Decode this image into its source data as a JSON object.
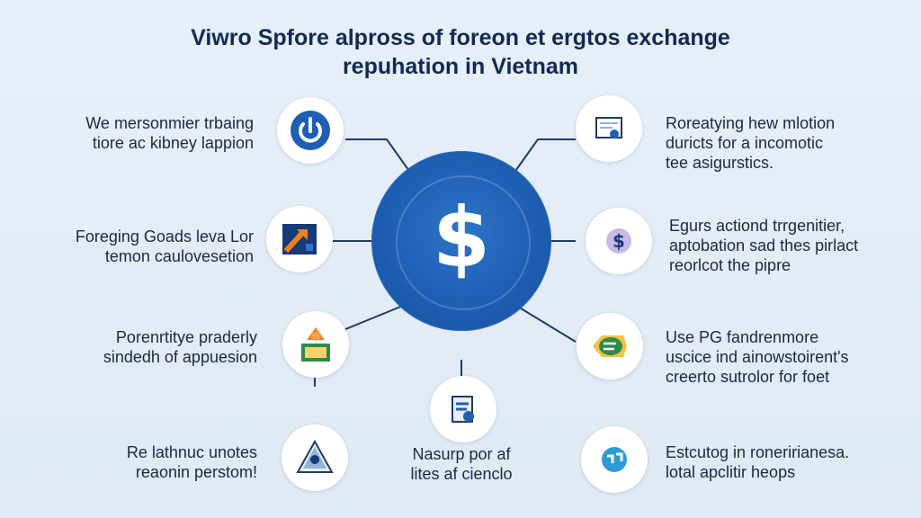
{
  "title": {
    "line1": "Viwro Spfore alpross of foreon et ergtos exchange",
    "line2": "repuhation in Vietnam"
  },
  "center": {
    "symbol": "$",
    "color": "#1e5fb4"
  },
  "nodes": {
    "top_left": {
      "lines": [
        "We mersonmier trbaing",
        "tiore ac kibney lappion"
      ],
      "icon": "power-icon"
    },
    "mid_left": {
      "lines": [
        "Foreging Goads leva Lor",
        "temon caulovesetion"
      ],
      "icon": "arrow-chart-icon"
    },
    "low_left": {
      "lines": [
        "Porenrtitye praderly",
        "sindedh of appuesion"
      ],
      "icon": "award-icon"
    },
    "bottom_left": {
      "lines": [
        "Re lathnuc unotes",
        "reaonin perstom!"
      ],
      "icon": "pyramid-icon"
    },
    "bottom_center": {
      "lines": [
        "Nasurp por af",
        "lites af cienclo"
      ],
      "icon": "document-icon"
    },
    "top_right": {
      "lines": [
        "Roreatying hew mlotion",
        "duricts for a incomotic",
        "tee asigurstics."
      ],
      "icon": "certificate-icon"
    },
    "mid_right": {
      "lines": [
        "Egurs actiond trrgenitier,",
        "aptobation sad thes pirlact",
        "reorlcot the pipre"
      ],
      "icon": "dollar-coin-icon"
    },
    "low_right": {
      "lines": [
        "Use PG fandrenmore",
        "uscice ind ainowstoirent's",
        "creerto sutrolor for foet"
      ],
      "icon": "message-badge-icon"
    },
    "bottom_right": {
      "lines": [
        "Estcutog in roneririanesa.",
        "lotal apclitir heops"
      ],
      "icon": "chat-icon"
    }
  },
  "colors": {
    "primary": "#1e5fb4",
    "dark": "#112a55",
    "accent": "#f2811d",
    "green": "#2f8a4a"
  }
}
